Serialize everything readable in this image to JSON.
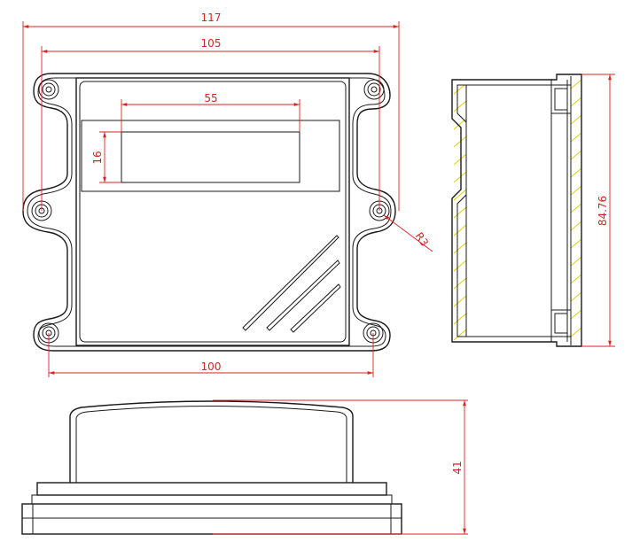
{
  "drawing": {
    "dims": {
      "overall_width": "117",
      "hole_spacing_width": "105",
      "window_width": "55",
      "window_height": "16",
      "bottom_width": "100",
      "corner_radius": "R3",
      "side_height": "84.76",
      "front_height": "41"
    },
    "colors": {
      "outline": "#1a1a1a",
      "dimension": "#d92323",
      "hatch": "#d8d000"
    }
  }
}
